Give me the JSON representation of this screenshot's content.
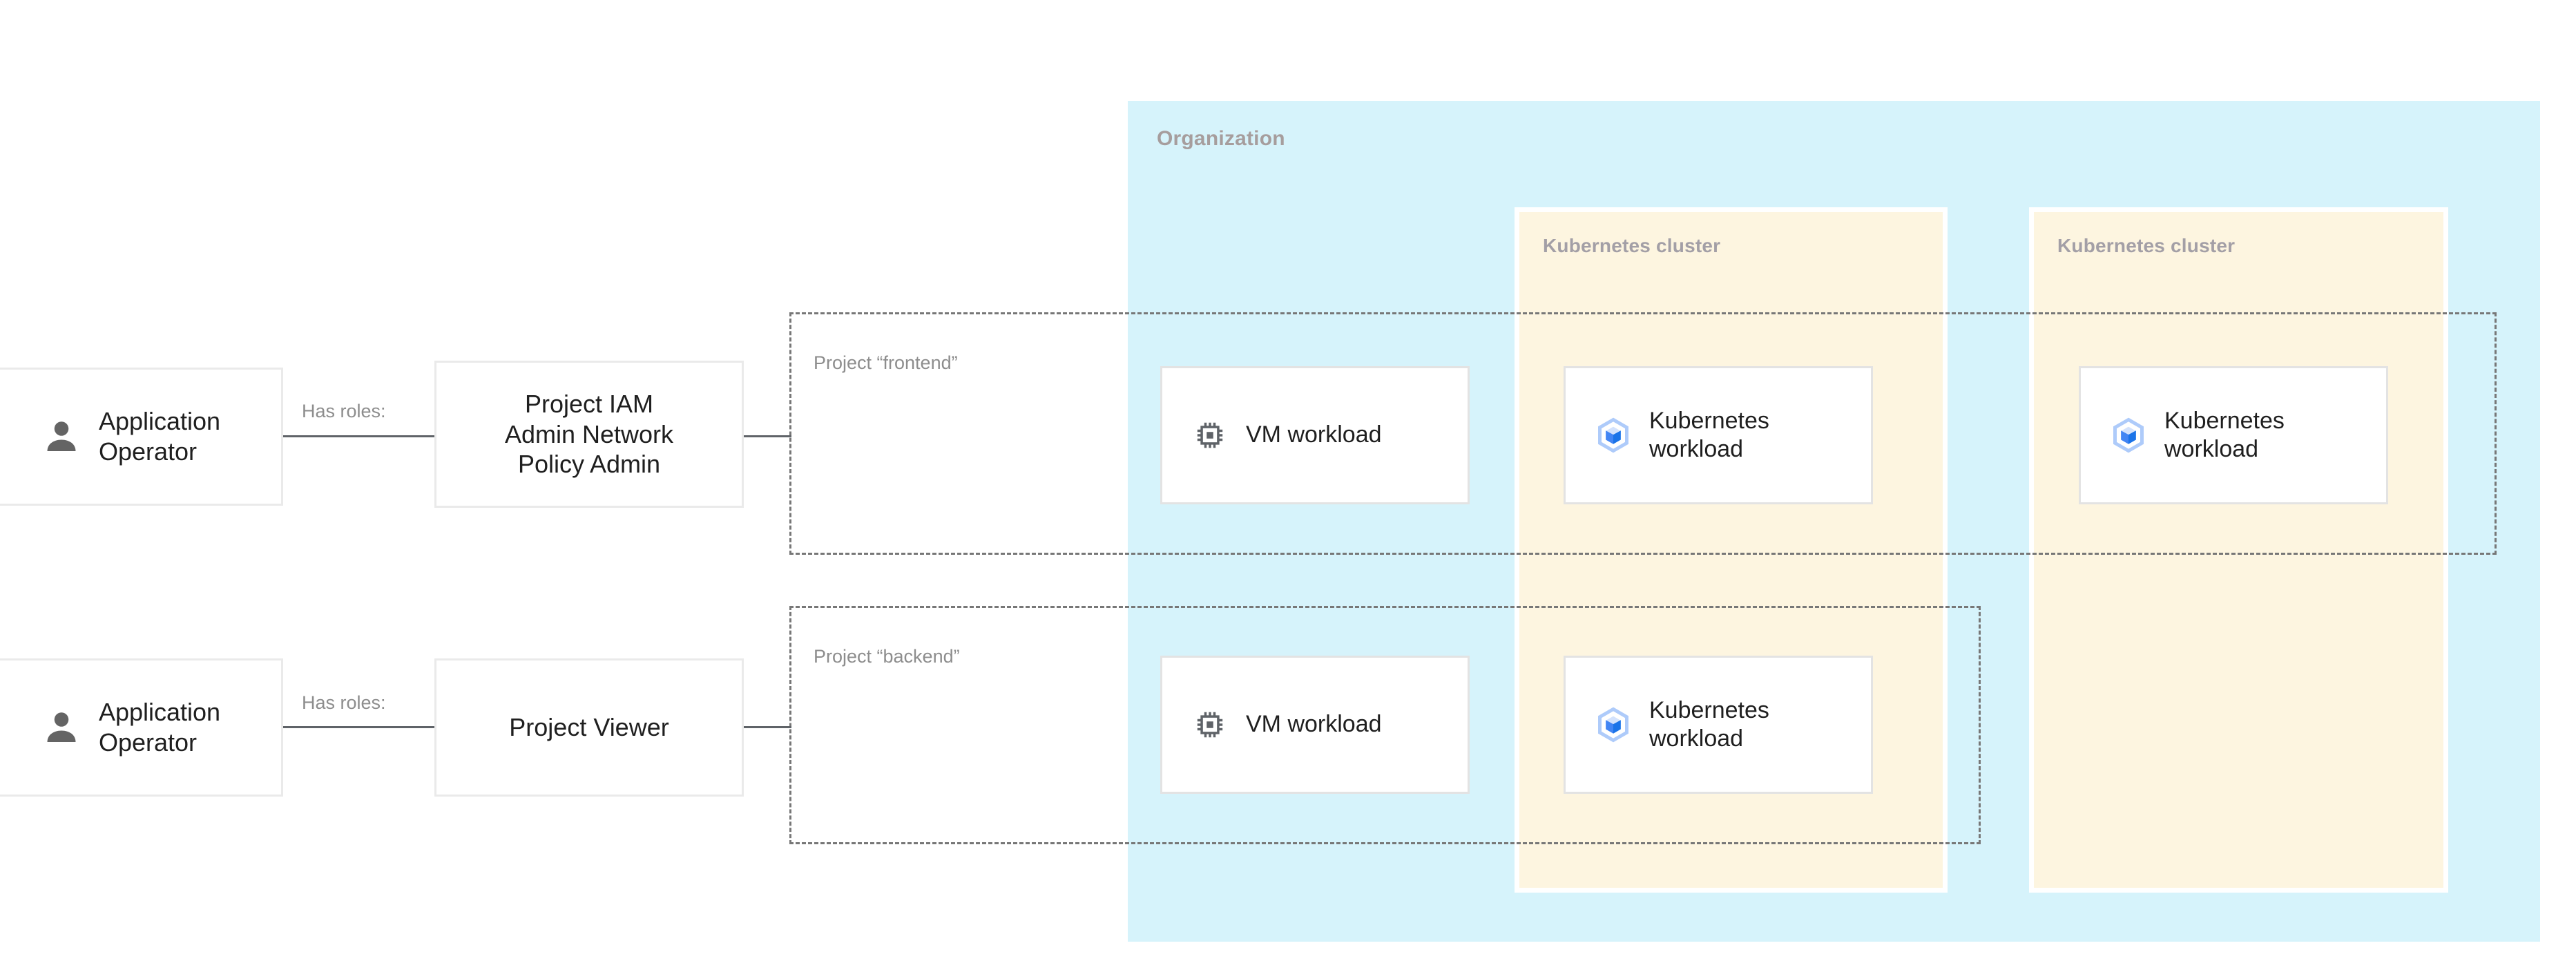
{
  "diagram": {
    "organization": {
      "label": "Organization",
      "bg_color": "#d6f3fb"
    },
    "clusters": [
      {
        "label": "Kubernetes cluster",
        "bg_color": "#fdf5e0"
      },
      {
        "label": "Kubernetes cluster",
        "bg_color": "#fdf5e0"
      }
    ],
    "projects": [
      {
        "label": "Project “frontend”"
      },
      {
        "label": "Project “backend”"
      }
    ],
    "actors": [
      {
        "label": "Application\nOperator",
        "icon": "person-icon"
      },
      {
        "label": "Application\nOperator",
        "icon": "person-icon"
      }
    ],
    "roles": [
      {
        "connector_label": "Has roles:",
        "label": "Project IAM\nAdmin Network\nPolicy Admin"
      },
      {
        "connector_label": "Has roles:",
        "label": "Project Viewer"
      }
    ],
    "workloads": {
      "vm_frontend": {
        "label": "VM workload",
        "icon": "cpu-chip-icon"
      },
      "k8s_frontend_c1": {
        "label": "Kubernetes\nworkload",
        "icon": "kubernetes-cube-icon"
      },
      "k8s_frontend_c2": {
        "label": "Kubernetes\nworkload",
        "icon": "kubernetes-cube-icon"
      },
      "vm_backend": {
        "label": "VM workload",
        "icon": "cpu-chip-icon"
      },
      "k8s_backend_c1": {
        "label": "Kubernetes\nworkload",
        "icon": "kubernetes-cube-icon"
      }
    },
    "colors": {
      "org_fill": "#d6f3fb",
      "cluster_fill": "#fdf5e0",
      "card_border": "#e3e3e3",
      "label_gray": "#8d8d8d",
      "connector": "#5f6368",
      "k8s_blue": "#4285f4",
      "k8s_light_blue": "#aecbfa"
    }
  }
}
